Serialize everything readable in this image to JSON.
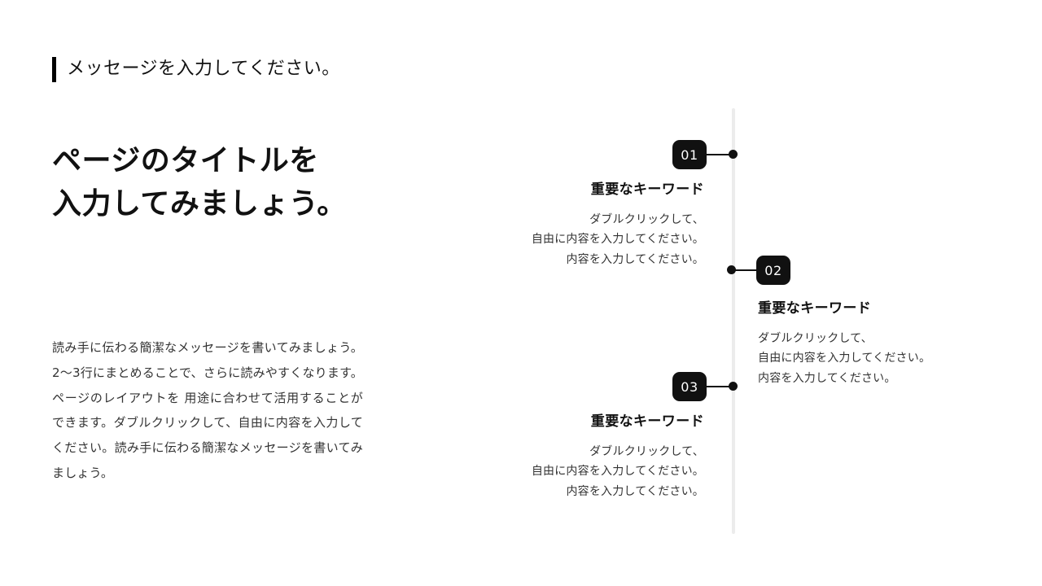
{
  "header": {
    "eyebrow": "メッセージを入力してください。"
  },
  "main": {
    "title_line1": "ページのタイトルを",
    "title_line2": "入力してみましょう。",
    "body": "読み手に伝わる簡潔なメッセージを書いてみましょう。2〜3行にまとめることで、さらに読みやすくなります。ページのレイアウトを 用途に合わせて活用することができます。ダブルクリックして、自由に内容を入力してください。読み手に伝わる簡潔なメッセージを書いてみましょう。"
  },
  "timeline": {
    "items": [
      {
        "number": "01",
        "title": "重要なキーワード",
        "desc_line1": "ダブルクリックして、",
        "desc_line2": "自由に内容を入力してください。",
        "desc_line3": "内容を入力してください。",
        "side": "left"
      },
      {
        "number": "02",
        "title": "重要なキーワード",
        "desc_line1": "ダブルクリックして、",
        "desc_line2": "自由に内容を入力してください。",
        "desc_line3": "内容を入力してください。",
        "side": "right"
      },
      {
        "number": "03",
        "title": "重要なキーワード",
        "desc_line1": "ダブルクリックして、",
        "desc_line2": "自由に内容を入力してください。",
        "desc_line3": "内容を入力してください。",
        "side": "left"
      }
    ]
  },
  "colors": {
    "accent": "#111111",
    "axis": "#ececec",
    "background": "#ffffff",
    "body_text": "#333333"
  }
}
